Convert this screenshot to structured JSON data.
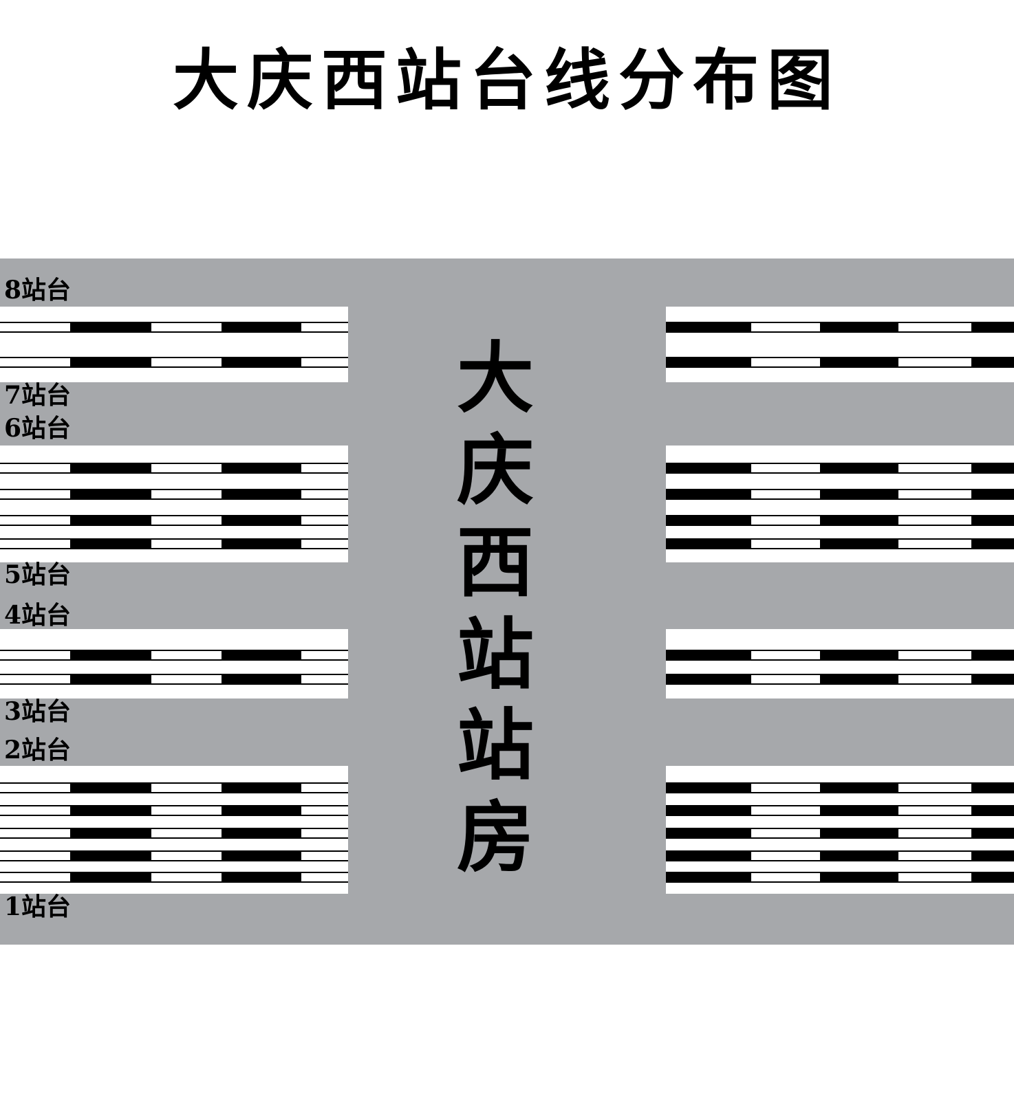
{
  "title": "大庆西站台线分布图",
  "building_chars": [
    "大",
    "庆",
    "西",
    "站",
    "站",
    "房"
  ],
  "platforms": [
    "8站台",
    "7站台",
    "6站台",
    "5站台",
    "4站台",
    "3站台",
    "2站台",
    "1站台"
  ],
  "colors": {
    "platform": "#a6a8ab",
    "track_rail": "#000000",
    "background": "#ffffff"
  }
}
